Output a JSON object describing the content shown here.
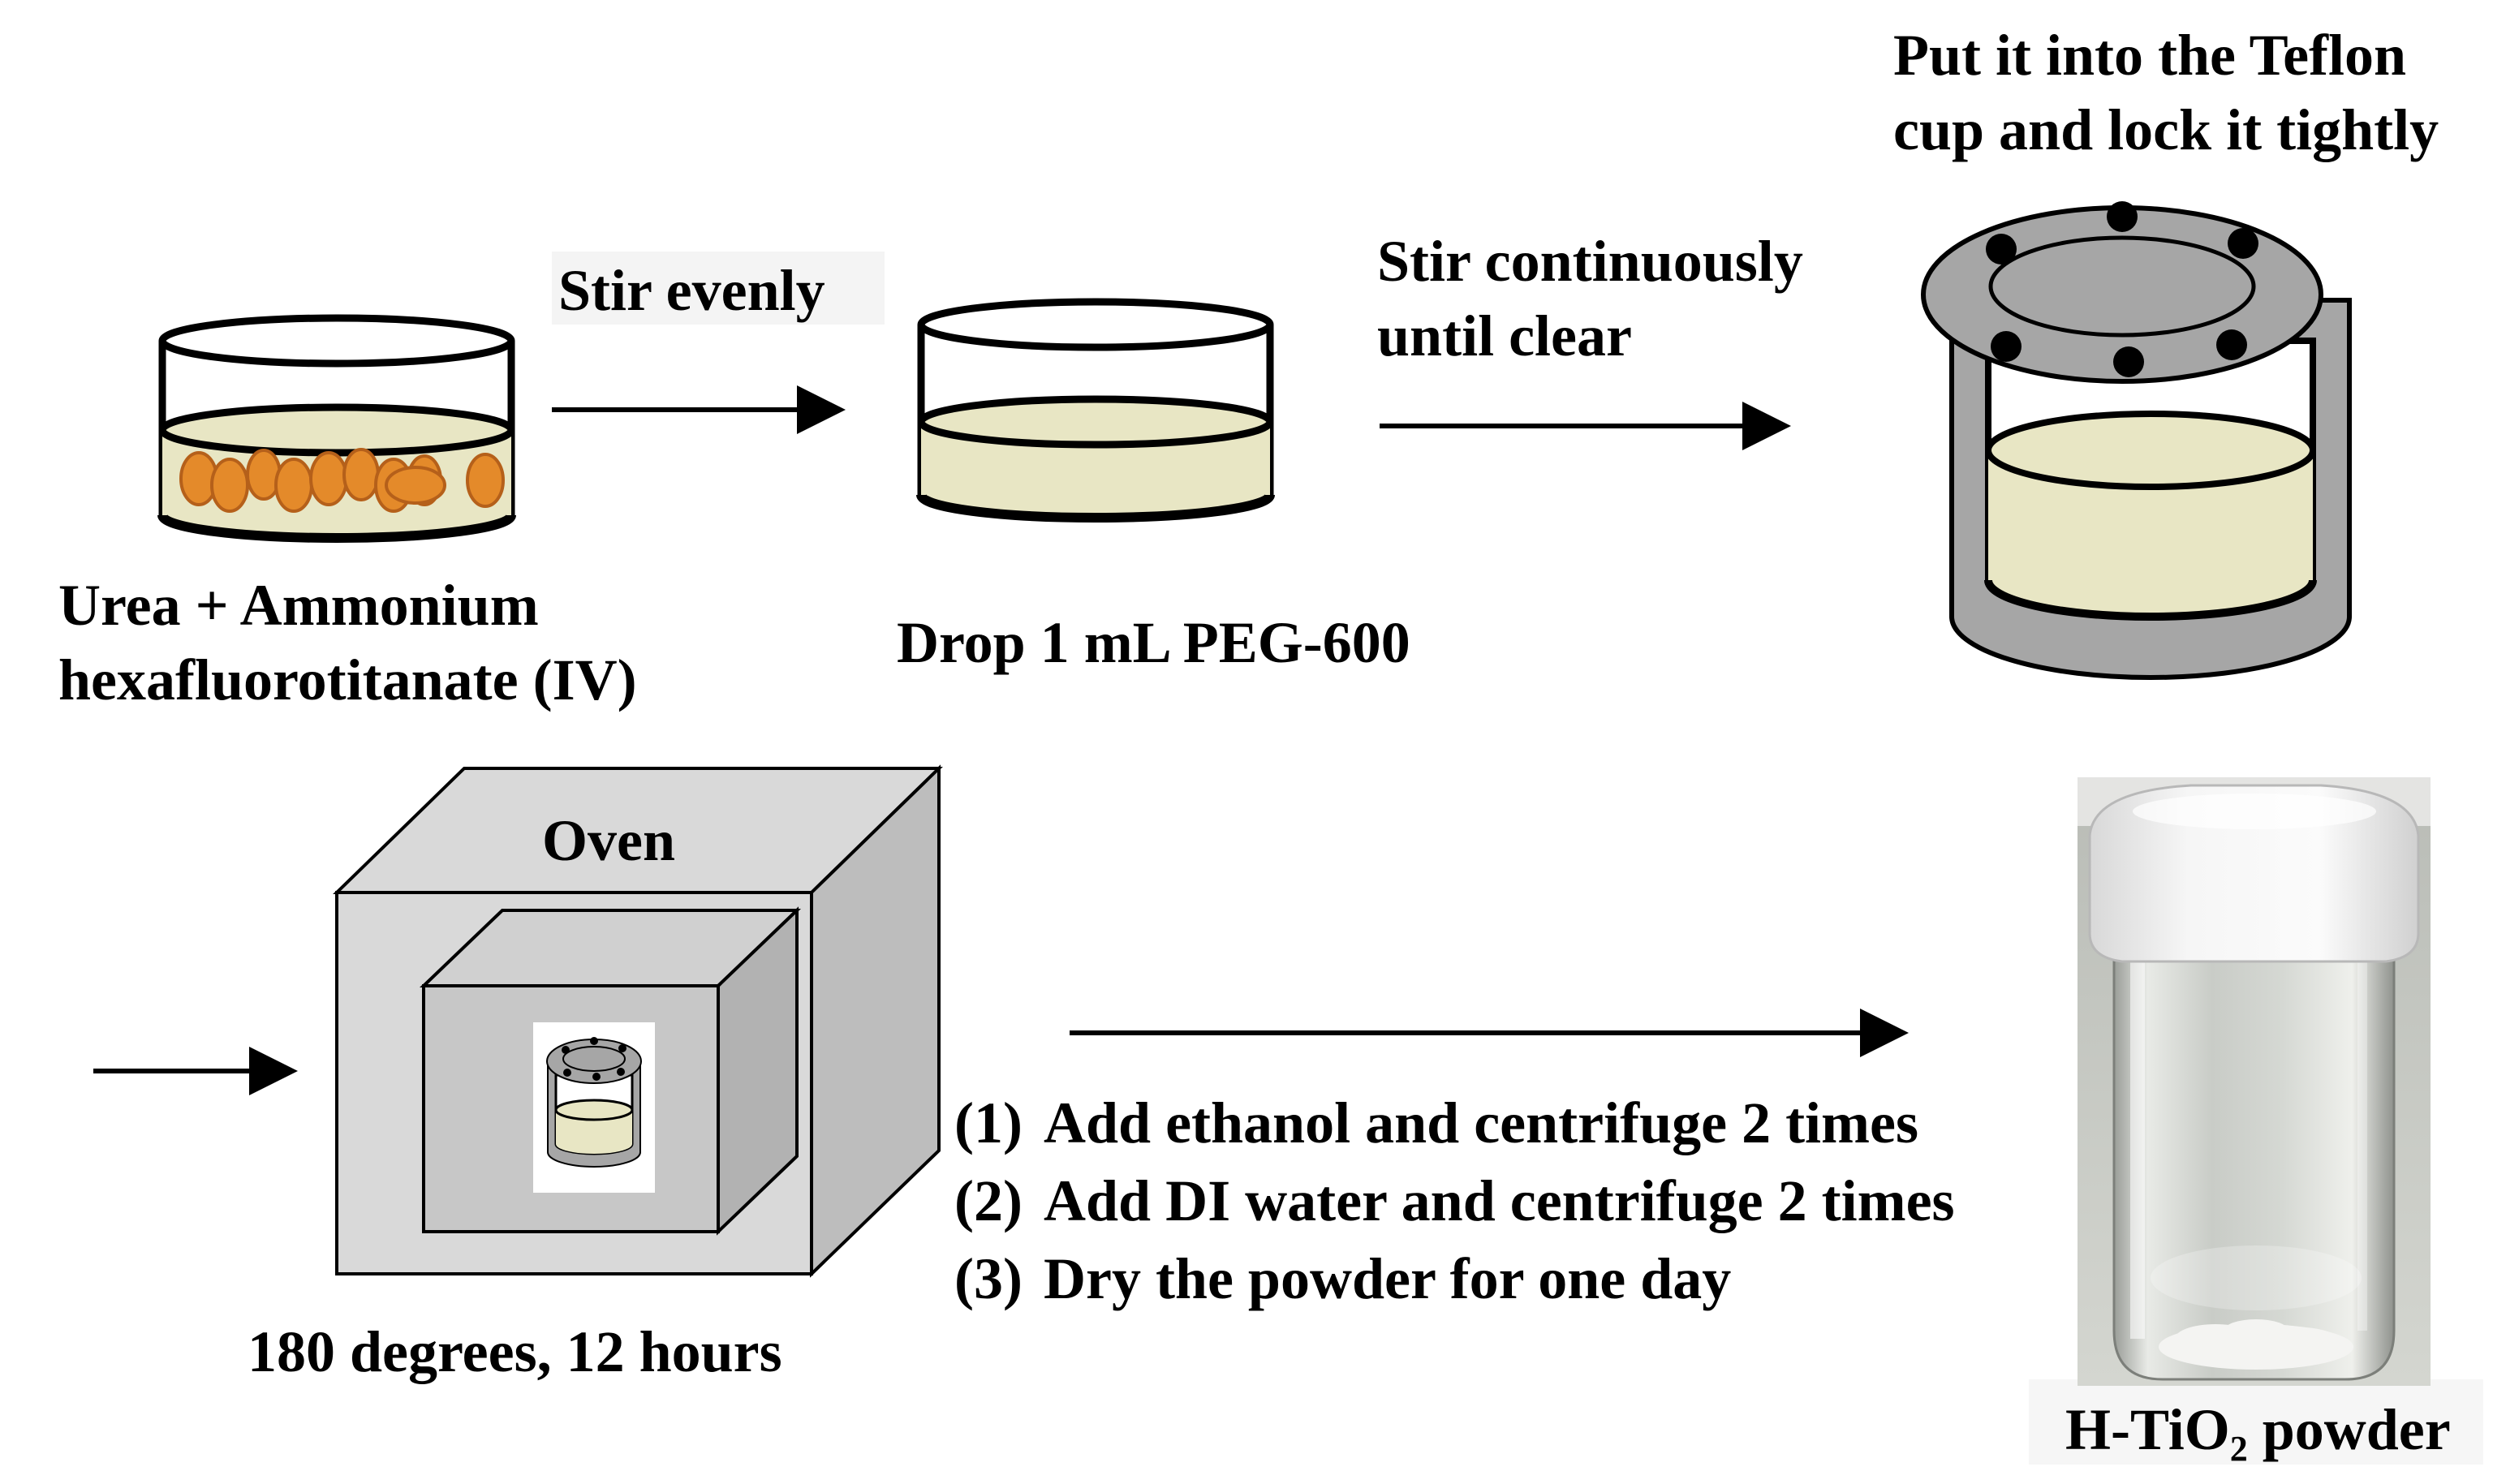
{
  "labels": {
    "stir_evenly": "Stir evenly",
    "stir_continuously_1": "Stir continuously",
    "stir_continuously_2": "until clear",
    "teflon_1": "Put it into the Teflon",
    "teflon_2": "cup and lock it tightly",
    "urea_1": "Urea + Ammonium",
    "urea_2": "hexafluorotitanate (IV)",
    "peg": "Drop 1 mL PEG-600",
    "oven": "Oven",
    "oven_conditions": "180 degrees, 12 hours",
    "powder_prefix": "H-TiO",
    "powder_sub": "2",
    "powder_suffix": " powder"
  },
  "steps": [
    {
      "num": "(1)",
      "text": "Add ethanol and centrifuge 2 times"
    },
    {
      "num": "(2)",
      "text": "Add DI water and centrifuge 2 times"
    },
    {
      "num": "(3)",
      "text": "Dry the powder for one day"
    }
  ],
  "colors": {
    "solution": "#e8e6c4",
    "particle_fill": "#e48a2a",
    "particle_stroke": "#b5601a",
    "autoclave_gray": "#a6a6a6",
    "oven_front": "#d9d9d9",
    "oven_side": "#bdbdbd",
    "oven_inner": "#c7c7c7"
  }
}
